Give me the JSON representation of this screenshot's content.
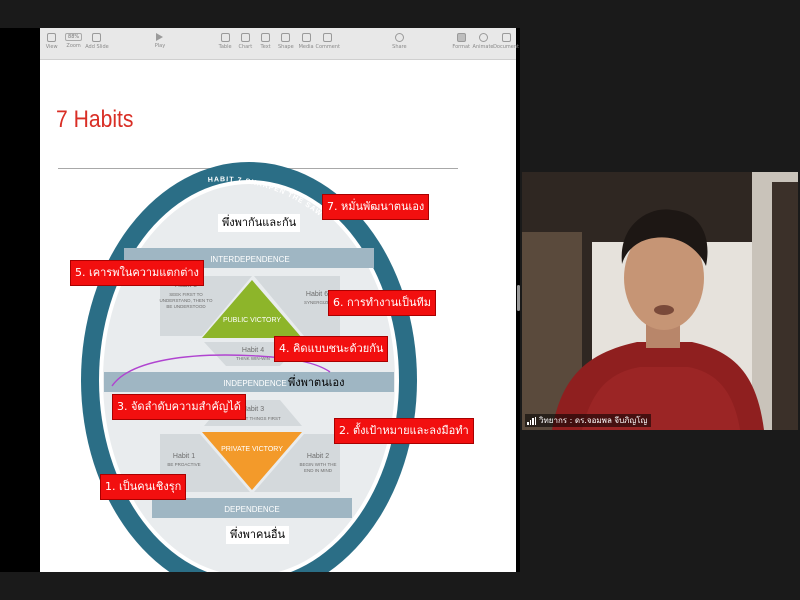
{
  "toolbar": {
    "zoom": "88%",
    "items": [
      {
        "label": "View",
        "icon": "sidebar-icon"
      },
      {
        "label": "Zoom",
        "icon": "zoom-icon"
      },
      {
        "label": "Add Slide",
        "icon": "add-slide-icon"
      },
      {
        "label": "Play",
        "icon": "play-icon"
      },
      {
        "label": "Table",
        "icon": "table-icon"
      },
      {
        "label": "Chart",
        "icon": "chart-icon"
      },
      {
        "label": "Text",
        "icon": "text-icon"
      },
      {
        "label": "Shape",
        "icon": "shape-icon"
      },
      {
        "label": "Media",
        "icon": "media-icon"
      },
      {
        "label": "Comment",
        "icon": "comment-icon"
      },
      {
        "label": "Share",
        "icon": "share-icon"
      },
      {
        "label": "Format",
        "icon": "format-icon"
      },
      {
        "label": "Animate",
        "icon": "animate-icon"
      },
      {
        "label": "Document",
        "icon": "document-icon"
      }
    ]
  },
  "slide": {
    "title": "7 Habits",
    "diagram": {
      "ring_text": "HABIT 7 SHARPEN THE SAW",
      "bands": {
        "interdependence": "INTERDEPENDENCE",
        "independence": "INDEPENDENCE",
        "dependence": "DEPENDENCE"
      },
      "victories": {
        "public": "PUBLIC VICTORY",
        "private": "PRIVATE VICTORY"
      },
      "habits": [
        {
          "id": "h5",
          "title": "Habit 5",
          "desc": [
            "SEEK FIRST TO",
            "UNDERSTAND, THEN TO",
            "BE UNDERSTOOD"
          ]
        },
        {
          "id": "h6",
          "title": "Habit 6",
          "desc": [
            "SYNERGIZE"
          ]
        },
        {
          "id": "h4",
          "title": "Habit 4",
          "desc": [
            "THINK WIN-WIN"
          ]
        },
        {
          "id": "h3",
          "title": "Habit 3",
          "desc": [
            "PUT FIRST THINGS FIRST"
          ]
        },
        {
          "id": "h1",
          "title": "Habit 1",
          "desc": [
            "BE PROACTIVE"
          ]
        },
        {
          "id": "h2",
          "title": "Habit 2",
          "desc": [
            "BEGIN WITH THE",
            "END IN MIND"
          ]
        }
      ],
      "colors": {
        "ring": "#2b6e86",
        "inner": "#e9ecee",
        "band": "#9fb6c3",
        "public_victory": "#8db52a",
        "private_victory": "#f39a2a",
        "label_red": "#f20f0f",
        "annotation_stroke": "#b044d0"
      }
    },
    "annotations": {
      "white": {
        "interdependent": "พึ่งพากันและกัน",
        "independent": "พึ่งพาตนเอง",
        "dependent": "พึ่งพาคนอื่น"
      },
      "red": {
        "h7": "7. หมั่นพัฒนาตนเอง",
        "h5": "5. เคารพในความแตกต่าง",
        "h6": "6. การทำงานเป็นทีม",
        "h4": "4. คิดแบบชนะด้วยกัน",
        "h3": "3. จัดลำดับความสำคัญได้",
        "h2": "2. ตั้งเป้าหมายและลงมือทำ",
        "h1": "1. เป็นคนเชิงรุก"
      }
    }
  },
  "video": {
    "speaker_name": "วิทยากร : ดร.จอมพล จีบภิญโญ"
  }
}
